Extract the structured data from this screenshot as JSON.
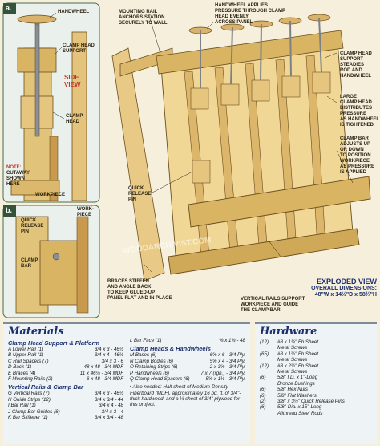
{
  "detail_a": {
    "letter": "a.",
    "side_view": [
      "SIDE",
      "VIEW"
    ]
  },
  "detail_b": {
    "letter": "b."
  },
  "callouts": {
    "handwheel": "HANDWHEEL",
    "clamp_head_support": [
      "CLAMP HEAD",
      "SUPPORT"
    ],
    "clamp_head": [
      "CLAMP",
      "HEAD"
    ],
    "note": [
      "NOTE:",
      "CUTAWAY",
      "SHOWN",
      "HERE"
    ],
    "workpiece_a": "WORKPIECE",
    "workpiece_b": [
      "WORK-",
      "PIECE"
    ],
    "quick_release_pin_b": [
      "QUICK",
      "RELEASE",
      "PIN"
    ],
    "clamp_bar": [
      "CLAMP",
      "BAR"
    ],
    "mounting_rail": [
      "MOUNTING RAIL",
      "ANCHORS STATION",
      "SECURELY TO WALL"
    ],
    "handwheel_applies": [
      "HANDWHEEL APPLIES",
      "PRESSURE THROUGH CLAMP",
      "HEAD EVENLY",
      "ACROSS PANEL"
    ],
    "clamp_head_steadies": [
      "CLAMP HEAD",
      "SUPPORT STEADIES",
      "ROD AND",
      "HANDWHEEL"
    ],
    "large_clamp_head": [
      "LARGE",
      "CLAMP HEAD",
      "DISTRIBUTES",
      "PRESSURE",
      "AS HANDWHEEL",
      "IS TIGHTENED"
    ],
    "clamp_bar_adjusts": [
      "CLAMP BAR",
      "ADJUSTS UP",
      "OR DOWN",
      "TO POSITION",
      "WORKPIECE",
      "AS PRESSURE",
      "IS APPLIED"
    ],
    "quick_release_pin": [
      "QUICK",
      "RELEASE",
      "PIN"
    ],
    "braces": [
      "BRACES STIFFEN",
      "AND ANGLE BACK",
      "TO KEEP GLUED-UP",
      "PANEL FLAT AND IN PLACE"
    ],
    "vertical_rails": [
      "VERTICAL RAILS SUPPORT",
      "WORKPIECE AND GUIDE",
      "THE CLAMP BAR"
    ]
  },
  "exploded": {
    "title": "EXPLODED VIEW",
    "subtitle": "OVERALL DIMENSIONS:",
    "dims": "48\"W x 14½\"D x 58¾\"H"
  },
  "watermark": "WOODARCHIVIST.COM",
  "materials": {
    "title": "Materials",
    "groups": [
      {
        "title": "Clamp Head Support & Platform",
        "items": [
          [
            "A  Lower Rail (1)",
            "3/4 x 3 - 46½"
          ],
          [
            "B  Upper Rail (1)",
            "3/4 x 4 - 46½"
          ],
          [
            "C  Rail Spacers (7)",
            "3/4 x 3 - 6"
          ],
          [
            "D  Back (1)",
            "48 x 48 - 3/4 MDF"
          ],
          [
            "E  Braces (4)",
            "11 x 46⅛ - 3/4 MDF"
          ],
          [
            "F  Mounting Rails (2)",
            "6 x 48 - 3/4 MDF"
          ]
        ]
      },
      {
        "title": "Vertical Rails & Clamp Bar",
        "items": [
          [
            "G  Vertical Rails (7)",
            "3/4 x 3 - 46½"
          ],
          [
            "H  Guide Strips (12)",
            "3/4 x 3/4 - 44"
          ],
          [
            "I  Bar Rail (1)",
            "3/4 x 4 - 48"
          ],
          [
            "J  Clamp Bar Guides (6)",
            "3/4 x 3 - 4"
          ],
          [
            "K  Bar Stiffener (1)",
            "3/4 x 3/4 - 48"
          ]
        ]
      }
    ],
    "col2": [
      {
        "title": "",
        "items": [
          [
            "L  Bar Face (1)",
            "⅜ x 1¾ - 48"
          ]
        ]
      },
      {
        "title": "Clamp Heads & Handwheels",
        "items": [
          [
            "M  Bases (6)",
            "6⅝ x 6 - 3/4 Ply."
          ],
          [
            "N  Clamp Bodies (6)",
            "5⅝ x 4 - 3/4 Ply."
          ],
          [
            "O  Retaining Strips (6)",
            "2 x 3⅝ - 3/4 Ply."
          ],
          [
            "P  Handwheels (6)",
            "7 x 7 (rgh.) - 3/4 Ply."
          ],
          [
            "Q  Clamp Head Spacers (6)",
            "5⅝ x 1½ - 3/4 Ply."
          ]
        ]
      }
    ],
    "note": "• Also needed: Half sheet of Medium-Density Fiberboard (MDF), approximately 16 bd. ft. of 3/4\"-thick hardwood, and a ¼ sheet of 3/4\" plywood for this project."
  },
  "hardware": {
    "title": "Hardware",
    "items": [
      [
        "(12)",
        "#8 x 1¼\" Fh Sheet"
      ],
      [
        "",
        "Metal Screws"
      ],
      [
        "(65)",
        "#8 x 1½\" Fh Sheet"
      ],
      [
        "",
        "Metal Screws"
      ],
      [
        "(12)",
        "#8 x 2½\" Fh Sheet"
      ],
      [
        "",
        "Metal Screws"
      ],
      [
        "(6)",
        "5/8\" I.D. x 1\"-Long"
      ],
      [
        "",
        "Bronze Bushings"
      ],
      [
        "(6)",
        "5/8\" Hex Nuts"
      ],
      [
        "(6)",
        "5/8\" Flat Washers"
      ],
      [
        "(2)",
        "3/8\" x 3½\" Quick Release Pins"
      ],
      [
        "(6)",
        "5/8\"-Dia. x 15\"-Long"
      ],
      [
        "",
        "Allthread Steel Rods"
      ]
    ]
  }
}
